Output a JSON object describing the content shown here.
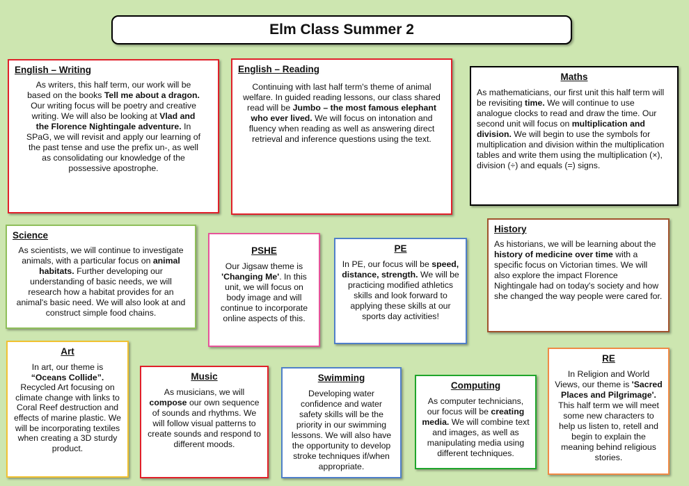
{
  "title": "Elm Class Summer 2",
  "cards": {
    "english_writing": {
      "heading": "English – Writing",
      "text": [
        {
          "t": "As writers, this half term, our work will be based on the books "
        },
        {
          "t": "Tell me about a dragon.",
          "b": true
        },
        {
          "t": " Our writing focus will be poetry and creative writing. We will also be looking at "
        },
        {
          "t": "Vlad and the Florence Nightingale adventure.",
          "b": true
        },
        {
          "t": " In SPaG, we will revisit and apply our learning of the past tense and use the prefix un-, as well as consolidating our knowledge of the possessive apostrophe."
        }
      ]
    },
    "english_reading": {
      "heading": "English – Reading",
      "text": [
        {
          "t": "Continuing with last half term's theme of animal welfare. In guided reading lessons, our class shared read will be "
        },
        {
          "t": "Jumbo – the most famous elephant who ever lived.",
          "b": true
        },
        {
          "t": " We will focus on intonation and fluency when reading as well as answering direct retrieval and inference questions using the text."
        }
      ]
    },
    "maths": {
      "heading": "Maths",
      "text": [
        {
          "t": "As mathematicians, our first unit this half term will be revisiting "
        },
        {
          "t": "time.",
          "b": true
        },
        {
          "t": " We will continue to use analogue clocks to read and draw the time. Our second unit will focus on "
        },
        {
          "t": "multiplication and division.",
          "b": true
        },
        {
          "t": " We will begin to use the symbols for multiplication and division within the multiplication tables and write them using the multiplication (×), division (÷) and equals (=) signs."
        }
      ]
    },
    "science": {
      "heading": "Science",
      "text": [
        {
          "t": "As scientists,  we will continue to investigate animals, with a particular focus on "
        },
        {
          "t": "animal habitats.",
          "b": true
        },
        {
          "t": " Further developing our understanding of basic needs, we will research how a habitat provides for an animal's basic need. We will also look at and construct simple food chains."
        }
      ]
    },
    "pshe": {
      "heading": "PSHE",
      "text": [
        {
          "t": "Our Jigsaw theme is "
        },
        {
          "t": "'Changing Me'",
          "b": true
        },
        {
          "t": ". In this unit, we will focus on body image and will continue to incorporate online aspects of this."
        }
      ]
    },
    "pe": {
      "heading": "PE",
      "text": [
        {
          "t": "In PE, our focus will be "
        },
        {
          "t": "speed, distance, strength.",
          "b": true
        },
        {
          "t": " We will be practicing modified athletics skills and look forward to applying these skills at our sports day activities!"
        }
      ]
    },
    "history": {
      "heading": "History",
      "text": [
        {
          "t": "As historians, we will be learning about the "
        },
        {
          "t": "history of medicine over time",
          "b": true
        },
        {
          "t": " with a specific focus on Victorian times. We will also explore the impact Florence Nightingale had on today's society and how she changed the way people were cared for."
        }
      ]
    },
    "art": {
      "heading": "Art",
      "text": [
        {
          "t": "In art, our theme is "
        },
        {
          "t": "“Oceans Collide”.",
          "b": true
        },
        {
          "t": " Recycled Art focusing on climate change with links to Coral Reef destruction and effects of marine plastic.  We will be incorporating textiles when creating a 3D sturdy product."
        }
      ]
    },
    "music": {
      "heading": "Music",
      "text": [
        {
          "t": "As musicians, we will "
        },
        {
          "t": "compose",
          "b": true
        },
        {
          "t": " our own sequence of sounds and rhythms. We will follow visual patterns to create sounds and respond to different moods."
        }
      ]
    },
    "swimming": {
      "heading": "Swimming",
      "text": [
        {
          "t": "Developing water confidence and water safety skills will be the priority in our swimming lessons.  We will also have the opportunity to develop stroke techniques if/when appropriate."
        }
      ]
    },
    "computing": {
      "heading": "Computing",
      "text": [
        {
          "t": "As computer technicians, our focus will be "
        },
        {
          "t": "creating media.",
          "b": true
        },
        {
          "t": " We will combine text and images, as well as manipulating media using different techniques."
        }
      ]
    },
    "re": {
      "heading": "RE",
      "text": [
        {
          "t": "In Religion and World Views, our theme is "
        },
        {
          "t": "'Sacred Places and Pilgrimage'.",
          "b": true
        },
        {
          "t": " This half term we will meet some new characters to help us listen to, retell and begin to explain the meaning behind religious stories."
        }
      ]
    }
  }
}
